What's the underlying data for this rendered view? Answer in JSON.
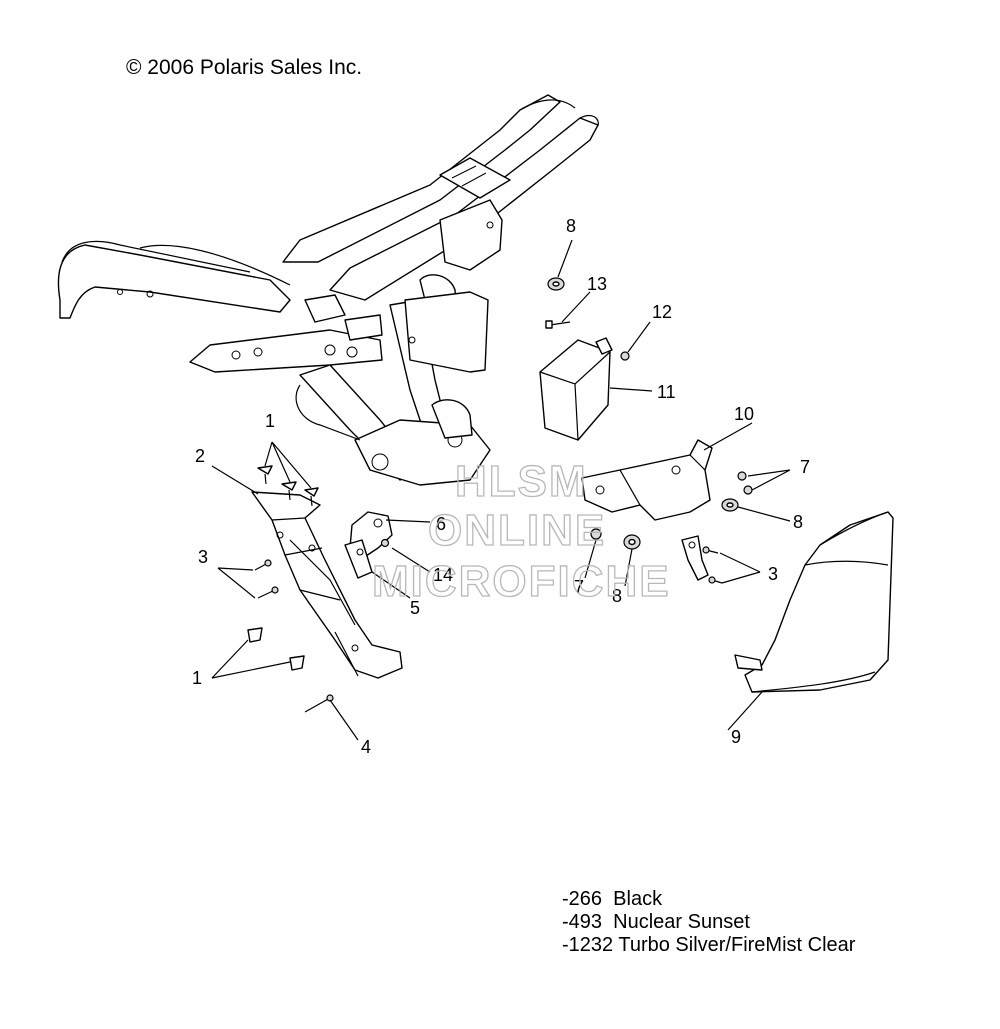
{
  "copyright": "© 2006 Polaris Sales Inc.",
  "watermark": [
    "HLSM",
    "ONLINE",
    "MICROFICHE"
  ],
  "callouts": [
    {
      "id": "c1a",
      "text": "1"
    },
    {
      "id": "c2",
      "text": "2"
    },
    {
      "id": "c3a",
      "text": "3"
    },
    {
      "id": "c1b",
      "text": "1"
    },
    {
      "id": "c4",
      "text": "4"
    },
    {
      "id": "c6",
      "text": "6"
    },
    {
      "id": "c14",
      "text": "14"
    },
    {
      "id": "c5",
      "text": "5"
    },
    {
      "id": "c8a",
      "text": "8"
    },
    {
      "id": "c13",
      "text": "13"
    },
    {
      "id": "c12",
      "text": "12"
    },
    {
      "id": "c11",
      "text": "11"
    },
    {
      "id": "c10",
      "text": "10"
    },
    {
      "id": "c7a",
      "text": "7"
    },
    {
      "id": "c8b",
      "text": "8"
    },
    {
      "id": "c7b",
      "text": "7"
    },
    {
      "id": "c8c",
      "text": "8"
    },
    {
      "id": "c3b",
      "text": "3"
    },
    {
      "id": "c9",
      "text": "9"
    }
  ],
  "color_options": [
    {
      "code": "-266",
      "name": "Black"
    },
    {
      "code": "-493",
      "name": "Nuclear Sunset"
    },
    {
      "code": "-1232",
      "name": "Turbo Silver/FireMist Clear"
    }
  ]
}
